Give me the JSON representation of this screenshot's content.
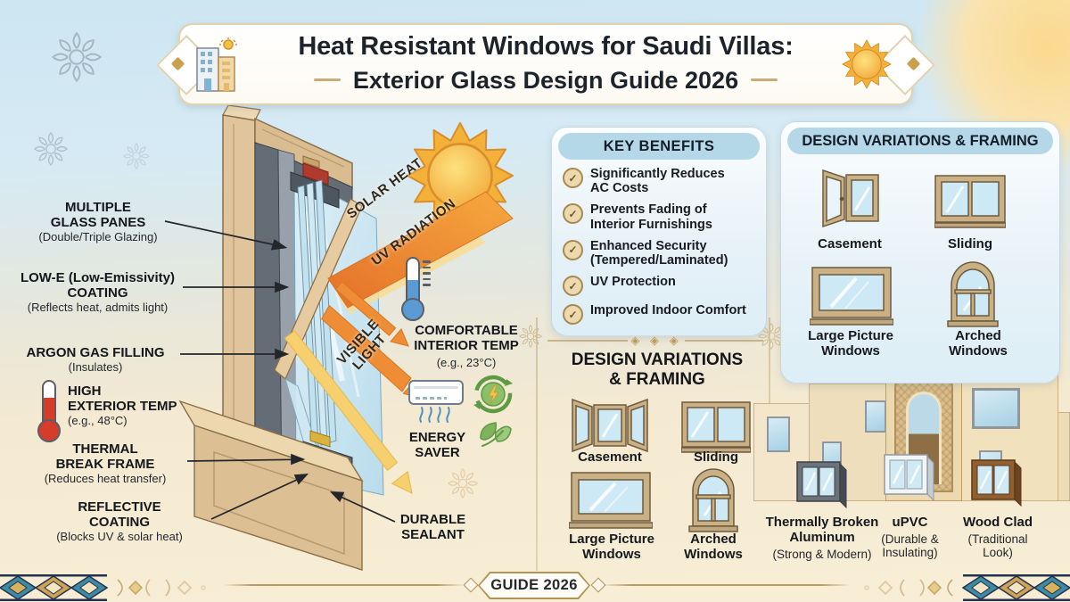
{
  "header": {
    "title_line1": "Heat Resistant Windows for Saudi Villas:",
    "title_line2": "Exterior Glass Design Guide 2026"
  },
  "window_diagram": {
    "labels": [
      {
        "title": "MULTIPLE\nGLASS PANES",
        "sub": "(Double/Triple Glazing)"
      },
      {
        "title": "LOW-E (Low-Emissivity)\nCOATING",
        "sub": "(Reflects heat, admits light)"
      },
      {
        "title": "ARGON GAS FILLING",
        "sub": "(Insulates)"
      },
      {
        "title": "HIGH\nEXTERIOR TEMP",
        "sub": "(e.g., 48°C)"
      },
      {
        "title": "THERMAL\nBREAK FRAME",
        "sub": "(Reduces heat transfer)"
      },
      {
        "title": "REFLECTIVE\nCOATING",
        "sub": "(Blocks UV & solar heat)"
      },
      {
        "title": "DURABLE\nSEALANT",
        "sub": ""
      }
    ],
    "rays": {
      "solar": "SOLAR HEAT",
      "uv": "UV RADIATION",
      "visible": "VISIBLE\nLIGHT"
    },
    "interior": {
      "comfort_title": "COMFORTABLE\nINTERIOR TEMP",
      "comfort_sub": "(e.g., 23°C)",
      "energy": "ENERGY\nSAVER"
    }
  },
  "key_benefits": {
    "heading": "KEY BENEFITS",
    "items": [
      "Significantly Reduces\nAC Costs",
      "Prevents Fading of\nInterior Furnishings",
      "Enhanced Security\n(Tempered/Laminated)",
      "UV Protection",
      "Improved Indoor Comfort"
    ]
  },
  "design_variations_mid": {
    "heading": "DESIGN VARIATIONS\n& FRAMING",
    "items": [
      "Casement",
      "Sliding",
      "Large Picture\nWindows",
      "Arched\nWindows"
    ]
  },
  "design_variations_right": {
    "heading": "DESIGN VARIATIONS & FRAMING",
    "items": [
      "Casement",
      "Sliding",
      "Large Picture\nWindows",
      "Arched\nWindows"
    ]
  },
  "frame_materials": [
    {
      "name": "Thermally Broken\nAluminum",
      "sub": "(Strong & Modern)"
    },
    {
      "name": "uPVC",
      "sub": "(Durable &\nInsulating)"
    },
    {
      "name": "Wood Clad",
      "sub": "(Traditional\nLook)"
    }
  ],
  "footer": {
    "badge": "GUIDE 2026"
  },
  "colors": {
    "accent_gold": "#c2a169",
    "pill_blue": "#b5d8e8",
    "teal": "#3f8aa3",
    "heat_orange": "#ee8a35",
    "light_yellow": "#f6cf6f",
    "glass_blue": "#cfe9f5",
    "sand": "#e9d6ae",
    "alert_red": "#c0392b",
    "eco_green": "#6aa84f",
    "therm_blue": "#5b9bd5"
  }
}
